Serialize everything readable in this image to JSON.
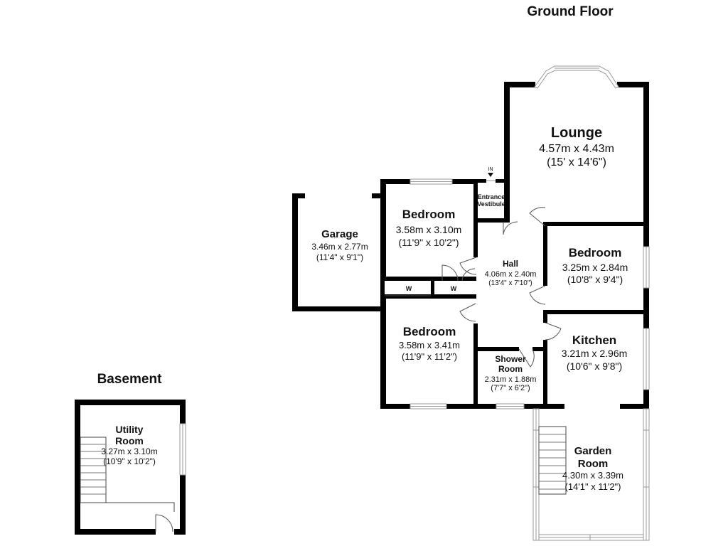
{
  "floors": {
    "ground": "Ground Floor",
    "basement": "Basement"
  },
  "rooms": {
    "lounge": {
      "name": "Lounge",
      "metric": "4.57m x 4.43m",
      "imperial": "(15' x 14'6\")"
    },
    "bedroom1": {
      "name": "Bedroom",
      "metric": "3.58m x 3.10m",
      "imperial": "(11'9\" x 10'2\")"
    },
    "bedroom2": {
      "name": "Bedroom",
      "metric": "3.25m x 2.84m",
      "imperial": "(10'8\" x 9'4\")"
    },
    "bedroom3": {
      "name": "Bedroom",
      "metric": "3.58m x 3.41m",
      "imperial": "(11'9\" x 11'2\")"
    },
    "garage": {
      "name": "Garage",
      "metric": "3.46m x 2.77m",
      "imperial": "(11'4\" x 9'1\")"
    },
    "hall": {
      "name": "Hall",
      "metric": "4.06m x 2.40m",
      "imperial": "(13'4\" x 7'10\")"
    },
    "kitchen": {
      "name": "Kitchen",
      "metric": "3.21m x 2.96m",
      "imperial": "(10'6\" x 9'8\")"
    },
    "shower": {
      "name_1": "Shower",
      "name_2": "Room",
      "metric": "2.31m x 1.88m",
      "imperial": "(7'7\" x 6'2\")"
    },
    "garden": {
      "name_1": "Garden",
      "name_2": "Room",
      "metric": "4.30m x 3.39m",
      "imperial": "(14'1\" x 11'2\")"
    },
    "vestibule": {
      "name_1": "Entrance",
      "name_2": "Vestibule"
    },
    "utility": {
      "name_1": "Utility",
      "name_2": "Room",
      "metric": "3.27m x 3.10m",
      "imperial": "(10'9\" x 10'2\")"
    }
  },
  "labels": {
    "entry": "IN",
    "wardrobe_1": "W",
    "wardrobe_2": "W"
  }
}
